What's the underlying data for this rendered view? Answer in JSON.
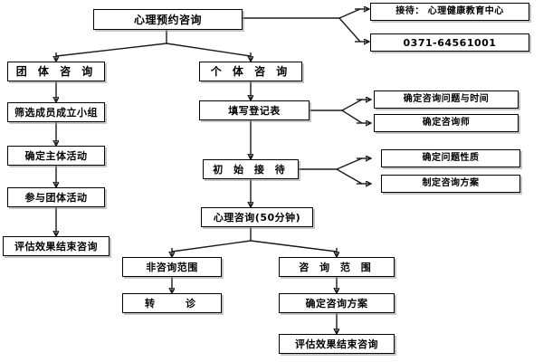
{
  "diagram": {
    "title": "心理预约咨询",
    "background_color": "#ffffff",
    "line_color": "#1a1a1a",
    "box_border_color": "#000000",
    "box_fill_color": "#ffffff"
  },
  "nodes": {
    "root": "心理预约咨询",
    "reception": "接待： 心理健康教育中心",
    "phone": "0371-64561001",
    "group_consult": "团 体 咨 询",
    "group_select_members": "筛选成员成立小组",
    "group_define_activity": "确定主体活动",
    "group_join_activity": "参与团体活动",
    "group_evaluate_end": "评估效果结束咨询",
    "individual_consult": "个 体 咨 询",
    "fill_form": "填写登记表",
    "initial_reception": "初 始 接 待",
    "counseling_session": "心理咨询(50分钟)",
    "confirm_topic_time": "确定咨询问题与时间",
    "confirm_counselor": "确定咨询师",
    "confirm_problem_nature": "确定问题性质",
    "make_plan": "制定咨询方案",
    "out_of_scope": "非咨询范围",
    "referral": "转　　诊",
    "in_scope": "咨 询 范 围",
    "confirm_plan": "确定咨询方案",
    "evaluate_end": "评估效果结束咨询"
  }
}
